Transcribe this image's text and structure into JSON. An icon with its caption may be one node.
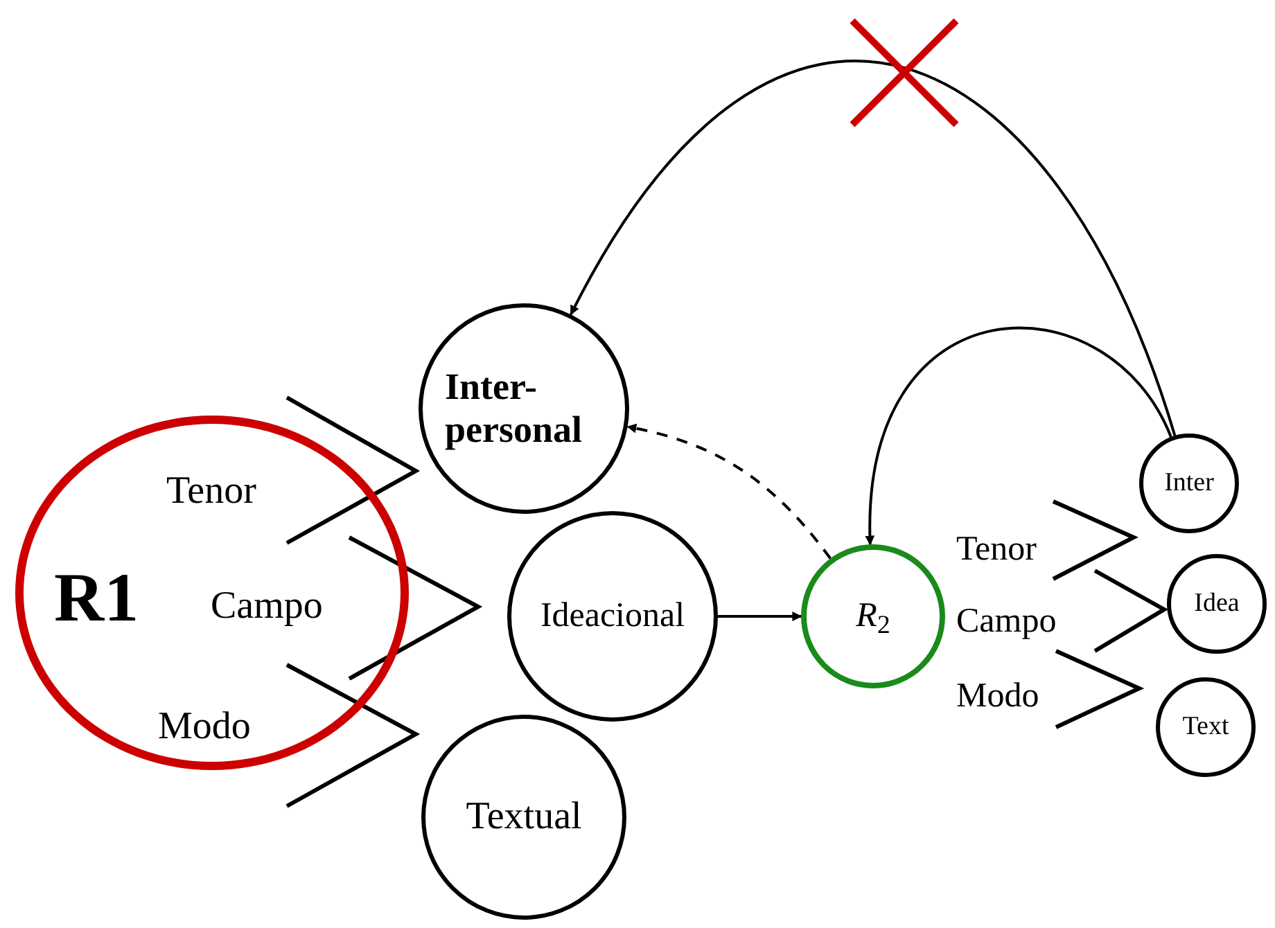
{
  "diagram": {
    "nodes": [
      {
        "text": [
          "R1",
          "Tenor",
          "Campo",
          "Modo"
        ]
      },
      {
        "text": [
          "Inter-personal"
        ]
      },
      {
        "text": [
          "Ideacional"
        ]
      },
      {
        "text": [
          "Textual"
        ]
      },
      {
        "text": [
          "*R*$_{2}$"
        ],
        "beside": [
          "Tenor",
          "Campo",
          "Modo"
        ]
      },
      {
        "text": [
          "Inter"
        ]
      },
      {
        "text": [
          "Idea"
        ]
      },
      {
        "text": [
          "Text"
        ]
      }
    ],
    "edges": [
      {
        "from": 2,
        "to": 4,
        "arrow": "to"
      },
      {
        "from": 4,
        "to": 1,
        "arrow": "to",
        "style": "dashed"
      },
      {
        "from": 5,
        "to": 1,
        "arrow": "to"
      },
      {
        "from": 5,
        "to": 4,
        "arrow": "to"
      }
    ]
  }
}
